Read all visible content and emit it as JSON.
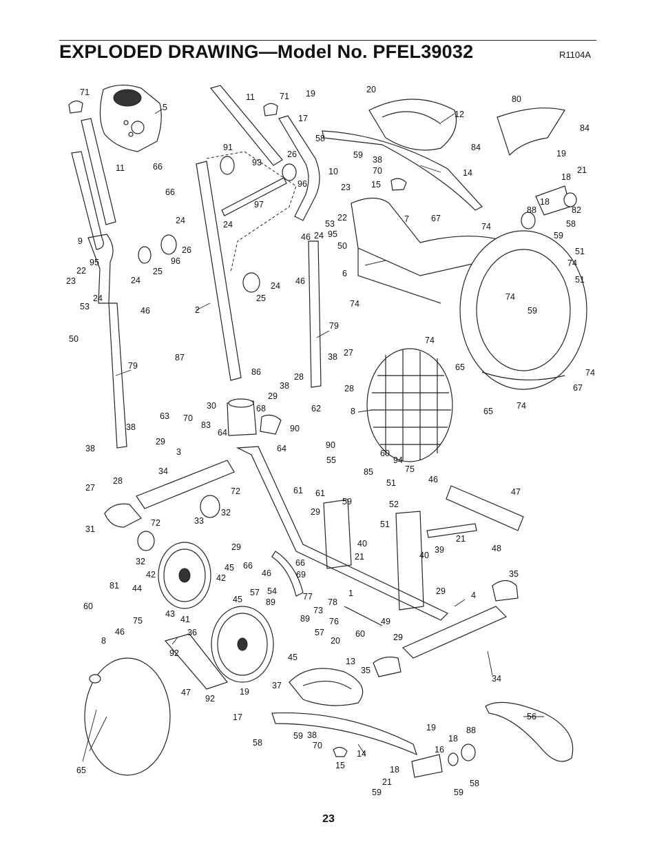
{
  "header": {
    "title": "EXPLODED DRAWING—Model No. PFEL39032",
    "reference_code": "R1104A"
  },
  "page_number": "23",
  "part_labels": [
    {
      "id": "p71a",
      "text": "71"
    },
    {
      "id": "p5",
      "text": "5"
    },
    {
      "id": "p66a",
      "text": "66"
    },
    {
      "id": "p66b",
      "text": "66"
    },
    {
      "id": "p11a",
      "text": "11"
    },
    {
      "id": "p11b",
      "text": "11"
    },
    {
      "id": "p71b",
      "text": "71"
    },
    {
      "id": "p19a",
      "text": "19"
    },
    {
      "id": "p20a",
      "text": "20"
    },
    {
      "id": "p17a",
      "text": "17"
    },
    {
      "id": "p12",
      "text": "12"
    },
    {
      "id": "p80",
      "text": "80"
    },
    {
      "id": "p84a",
      "text": "84"
    },
    {
      "id": "p84b",
      "text": "84"
    },
    {
      "id": "p58a",
      "text": "58"
    },
    {
      "id": "p59a",
      "text": "59"
    },
    {
      "id": "p91",
      "text": "91"
    },
    {
      "id": "p93",
      "text": "93"
    },
    {
      "id": "p26a",
      "text": "26"
    },
    {
      "id": "p96a",
      "text": "96"
    },
    {
      "id": "p10",
      "text": "10"
    },
    {
      "id": "p38a",
      "text": "38"
    },
    {
      "id": "p70a",
      "text": "70"
    },
    {
      "id": "p14a",
      "text": "14"
    },
    {
      "id": "p15a",
      "text": "15"
    },
    {
      "id": "p19b",
      "text": "19"
    },
    {
      "id": "p21a",
      "text": "21"
    },
    {
      "id": "p18a",
      "text": "18"
    },
    {
      "id": "p18b",
      "text": "18"
    },
    {
      "id": "p82",
      "text": "82"
    },
    {
      "id": "p88a",
      "text": "88"
    },
    {
      "id": "p58b",
      "text": "58"
    },
    {
      "id": "p59b",
      "text": "59"
    },
    {
      "id": "p97",
      "text": "97"
    },
    {
      "id": "p23a",
      "text": "23"
    },
    {
      "id": "p22a",
      "text": "22"
    },
    {
      "id": "p53a",
      "text": "53"
    },
    {
      "id": "p7",
      "text": "7"
    },
    {
      "id": "p67a",
      "text": "67"
    },
    {
      "id": "p74a",
      "text": "74"
    },
    {
      "id": "p24a",
      "text": "24"
    },
    {
      "id": "p24b",
      "text": "24"
    },
    {
      "id": "p26b",
      "text": "26"
    },
    {
      "id": "p96b",
      "text": "96"
    },
    {
      "id": "p9",
      "text": "9"
    },
    {
      "id": "p95a",
      "text": "95"
    },
    {
      "id": "p22b",
      "text": "22"
    },
    {
      "id": "p23b",
      "text": "23"
    },
    {
      "id": "p53b",
      "text": "53"
    },
    {
      "id": "p24c",
      "text": "24"
    },
    {
      "id": "p24d",
      "text": "24"
    },
    {
      "id": "p25a",
      "text": "25"
    },
    {
      "id": "p46a",
      "text": "46"
    },
    {
      "id": "p24e",
      "text": "24"
    },
    {
      "id": "p95b",
      "text": "95"
    },
    {
      "id": "p50a",
      "text": "50"
    },
    {
      "id": "p46b",
      "text": "46"
    },
    {
      "id": "p24f",
      "text": "24"
    },
    {
      "id": "p25b",
      "text": "25"
    },
    {
      "id": "p6",
      "text": "6"
    },
    {
      "id": "p51a",
      "text": "51"
    },
    {
      "id": "p74b",
      "text": "74"
    },
    {
      "id": "p51b",
      "text": "51"
    },
    {
      "id": "p2",
      "text": "2"
    },
    {
      "id": "p46c",
      "text": "46"
    },
    {
      "id": "p50b",
      "text": "50"
    },
    {
      "id": "p74c",
      "text": "74"
    },
    {
      "id": "p74d",
      "text": "74"
    },
    {
      "id": "p59c",
      "text": "59"
    },
    {
      "id": "p79a",
      "text": "79"
    },
    {
      "id": "p79b",
      "text": "79"
    },
    {
      "id": "p87",
      "text": "87"
    },
    {
      "id": "p86",
      "text": "86"
    },
    {
      "id": "p38b",
      "text": "38"
    },
    {
      "id": "p27a",
      "text": "27"
    },
    {
      "id": "p74e",
      "text": "74"
    },
    {
      "id": "p65a",
      "text": "65"
    },
    {
      "id": "p74f",
      "text": "74"
    },
    {
      "id": "p67b",
      "text": "67"
    },
    {
      "id": "p28a",
      "text": "28"
    },
    {
      "id": "p38c",
      "text": "38"
    },
    {
      "id": "p28b",
      "text": "28"
    },
    {
      "id": "p29a",
      "text": "29"
    },
    {
      "id": "p8a",
      "text": "8"
    },
    {
      "id": "p65b",
      "text": "65"
    },
    {
      "id": "p74g",
      "text": "74"
    },
    {
      "id": "p30",
      "text": "30"
    },
    {
      "id": "p68",
      "text": "68"
    },
    {
      "id": "p62",
      "text": "62"
    },
    {
      "id": "p63",
      "text": "63"
    },
    {
      "id": "p70b",
      "text": "70"
    },
    {
      "id": "p83",
      "text": "83"
    },
    {
      "id": "p64a",
      "text": "64"
    },
    {
      "id": "p90a",
      "text": "90"
    },
    {
      "id": "p90b",
      "text": "90"
    },
    {
      "id": "p38d",
      "text": "38"
    },
    {
      "id": "p29b",
      "text": "29"
    },
    {
      "id": "p64b",
      "text": "64"
    },
    {
      "id": "p55",
      "text": "55"
    },
    {
      "id": "p60a",
      "text": "60"
    },
    {
      "id": "p94",
      "text": "94"
    },
    {
      "id": "p3",
      "text": "3"
    },
    {
      "id": "p38e",
      "text": "38"
    },
    {
      "id": "p75a",
      "text": "75"
    },
    {
      "id": "p85",
      "text": "85"
    },
    {
      "id": "p46d",
      "text": "46"
    },
    {
      "id": "p34a",
      "text": "34"
    },
    {
      "id": "p28c",
      "text": "28"
    },
    {
      "id": "p27b",
      "text": "27"
    },
    {
      "id": "p51c",
      "text": "51"
    },
    {
      "id": "p47a",
      "text": "47"
    },
    {
      "id": "p72a",
      "text": "72"
    },
    {
      "id": "p61a",
      "text": "61"
    },
    {
      "id": "p61b",
      "text": "61"
    },
    {
      "id": "p52",
      "text": "52"
    },
    {
      "id": "p59d",
      "text": "59"
    },
    {
      "id": "p29c",
      "text": "29"
    },
    {
      "id": "p51d",
      "text": "51"
    },
    {
      "id": "p72b",
      "text": "72"
    },
    {
      "id": "p33",
      "text": "33"
    },
    {
      "id": "p32a",
      "text": "32"
    },
    {
      "id": "p31",
      "text": "31"
    },
    {
      "id": "p21b",
      "text": "21"
    },
    {
      "id": "p40a",
      "text": "40"
    },
    {
      "id": "p39",
      "text": "39"
    },
    {
      "id": "p48",
      "text": "48"
    },
    {
      "id": "p29d",
      "text": "29"
    },
    {
      "id": "p40b",
      "text": "40"
    },
    {
      "id": "p21c",
      "text": "21"
    },
    {
      "id": "p32b",
      "text": "32"
    },
    {
      "id": "p45a",
      "text": "45"
    },
    {
      "id": "p42a",
      "text": "42"
    },
    {
      "id": "p66c",
      "text": "66"
    },
    {
      "id": "p66d",
      "text": "66"
    },
    {
      "id": "p42b",
      "text": "42"
    },
    {
      "id": "p46e",
      "text": "46"
    },
    {
      "id": "p69",
      "text": "69"
    },
    {
      "id": "p35a",
      "text": "35"
    },
    {
      "id": "p81",
      "text": "81"
    },
    {
      "id": "p44",
      "text": "44"
    },
    {
      "id": "p54",
      "text": "54"
    },
    {
      "id": "p77",
      "text": "77"
    },
    {
      "id": "p1",
      "text": "1"
    },
    {
      "id": "p78",
      "text": "78"
    },
    {
      "id": "p4",
      "text": "4"
    },
    {
      "id": "p60b",
      "text": "60"
    },
    {
      "id": "p45b",
      "text": "45"
    },
    {
      "id": "p57a",
      "text": "57"
    },
    {
      "id": "p29e",
      "text": "29"
    },
    {
      "id": "p73",
      "text": "73"
    },
    {
      "id": "p89a",
      "text": "89"
    },
    {
      "id": "p75b",
      "text": "75"
    },
    {
      "id": "p43",
      "text": "43"
    },
    {
      "id": "p46f",
      "text": "46"
    },
    {
      "id": "p41",
      "text": "41"
    },
    {
      "id": "p89b",
      "text": "89"
    },
    {
      "id": "p76",
      "text": "76"
    },
    {
      "id": "p49",
      "text": "49"
    },
    {
      "id": "p60c",
      "text": "60"
    },
    {
      "id": "p29f",
      "text": "29"
    },
    {
      "id": "p36",
      "text": "36"
    },
    {
      "id": "p57b",
      "text": "57"
    },
    {
      "id": "p20b",
      "text": "20"
    },
    {
      "id": "p8b",
      "text": "8"
    },
    {
      "id": "p92a",
      "text": "92"
    },
    {
      "id": "p45c",
      "text": "45"
    },
    {
      "id": "p13",
      "text": "13"
    },
    {
      "id": "p35b",
      "text": "35"
    },
    {
      "id": "p34b",
      "text": "34"
    },
    {
      "id": "p47b",
      "text": "47"
    },
    {
      "id": "p92b",
      "text": "92"
    },
    {
      "id": "p37",
      "text": "37"
    },
    {
      "id": "p56",
      "text": "56"
    },
    {
      "id": "p19c",
      "text": "19"
    },
    {
      "id": "p17b",
      "text": "17"
    },
    {
      "id": "p19d",
      "text": "19"
    },
    {
      "id": "p88b",
      "text": "88"
    },
    {
      "id": "p58c",
      "text": "58"
    },
    {
      "id": "p59e",
      "text": "59"
    },
    {
      "id": "p38f",
      "text": "38"
    },
    {
      "id": "p70c",
      "text": "70"
    },
    {
      "id": "p18c",
      "text": "18"
    },
    {
      "id": "p16",
      "text": "16"
    },
    {
      "id": "p14b",
      "text": "14"
    },
    {
      "id": "p15b",
      "text": "15"
    },
    {
      "id": "p18d",
      "text": "18"
    },
    {
      "id": "p65c",
      "text": "65"
    },
    {
      "id": "p21d",
      "text": "21"
    },
    {
      "id": "p58d",
      "text": "58"
    },
    {
      "id": "p59f",
      "text": "59"
    },
    {
      "id": "p59g",
      "text": "59"
    }
  ]
}
